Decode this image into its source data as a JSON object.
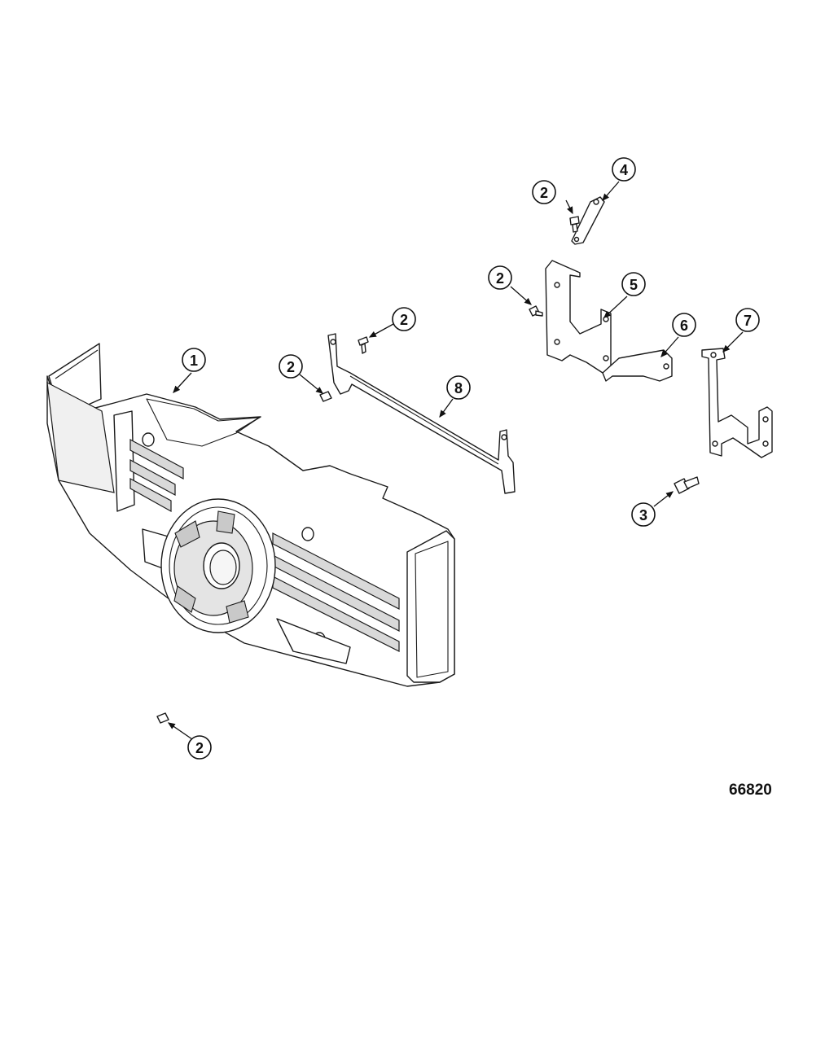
{
  "figure_number": "66820",
  "callouts": [
    {
      "id": "c1",
      "label": "1"
    },
    {
      "id": "c2a",
      "label": "2"
    },
    {
      "id": "c2b",
      "label": "2"
    },
    {
      "id": "c2c",
      "label": "2"
    },
    {
      "id": "c2d",
      "label": "2"
    },
    {
      "id": "c2e",
      "label": "2"
    },
    {
      "id": "c3",
      "label": "3"
    },
    {
      "id": "c4",
      "label": "4"
    },
    {
      "id": "c5",
      "label": "5"
    },
    {
      "id": "c6",
      "label": "6"
    },
    {
      "id": "c7",
      "label": "7"
    },
    {
      "id": "c8",
      "label": "8"
    }
  ]
}
